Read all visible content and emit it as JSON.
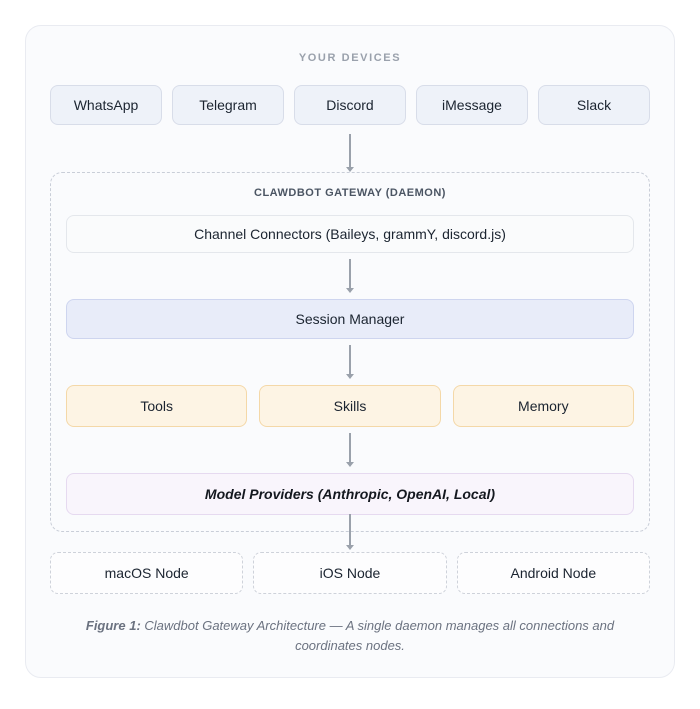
{
  "devices_section": {
    "label": "YOUR DEVICES",
    "items": [
      "WhatsApp",
      "Telegram",
      "Discord",
      "iMessage",
      "Slack"
    ]
  },
  "gateway": {
    "label": "CLAWDBOT GATEWAY (DAEMON)",
    "connectors": "Channel Connectors (Baileys, grammY, discord.js)",
    "session_manager": "Session Manager",
    "capabilities": [
      "Tools",
      "Skills",
      "Memory"
    ],
    "model_providers": "Model Providers (Anthropic, OpenAI, Local)"
  },
  "nodes": [
    "macOS Node",
    "iOS Node",
    "Android Node"
  ],
  "caption": {
    "prefix": "Figure 1:",
    "text": " Clawdbot Gateway Architecture — A single daemon manages all connections and coordinates nodes."
  },
  "palette": {
    "card_background": "#fafbfd",
    "device_box_fill": "#eef2f9",
    "device_box_border": "#d8dde9",
    "connectors_fill": "#fafbfc",
    "session_fill": "#e8ecf9",
    "session_border": "#ced5ef",
    "capability_fill": "#fdf4e4",
    "capability_border": "#f4d8a8",
    "models_fill": "#f9f5fc",
    "models_border": "#e6daf0",
    "arrow_color": "#9aa1ab",
    "muted_label": "#9aa1ac",
    "gateway_label": "#4b5563",
    "caption_color": "#6b7280"
  }
}
